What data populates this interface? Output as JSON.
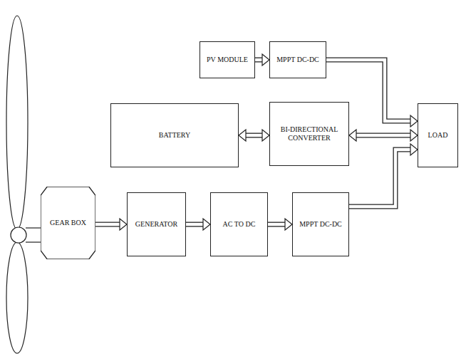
{
  "diagram": {
    "nodes": [
      {
        "text": [
          "PV MODULE"
        ]
      },
      {
        "text": [
          "MPPT DC-DC"
        ]
      },
      {
        "text": [
          "BATTERY"
        ]
      },
      {
        "text": [
          "BI-DIRECTIONAL CONVERTER"
        ]
      },
      {
        "text": [
          "LOAD"
        ]
      },
      {
        "text": [
          "GEAR BOX"
        ]
      },
      {
        "text": [
          "GENERATOR"
        ]
      },
      {
        "text": [
          "AC TO DC"
        ]
      },
      {
        "text": [
          "MPPT DC-DC"
        ]
      }
    ],
    "edges": [
      {
        "from": 0,
        "to": 1,
        "arrow": "to"
      },
      {
        "from": 1,
        "to": 4,
        "arrow": "to"
      },
      {
        "from": 2,
        "to": 3,
        "arrow": "both"
      },
      {
        "from": 3,
        "to": 4,
        "arrow": "both"
      },
      {
        "from": 5,
        "to": 6,
        "arrow": "to"
      },
      {
        "from": 6,
        "to": 7,
        "arrow": "to"
      },
      {
        "from": 7,
        "to": 8,
        "arrow": "to"
      },
      {
        "from": 8,
        "to": 4,
        "arrow": "to"
      }
    ]
  }
}
